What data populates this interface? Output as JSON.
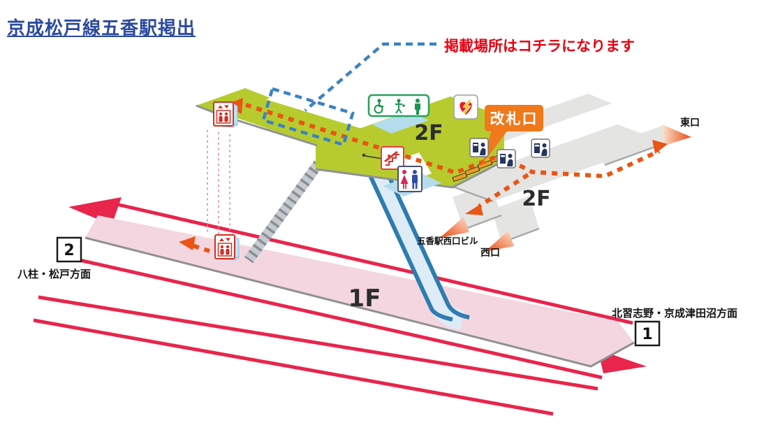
{
  "page": {
    "title": "京成松戸線五香駅掲出"
  },
  "annotation": {
    "text": "掲載場所はコチラになります"
  },
  "labels": {
    "floor2f": "2F",
    "floor1f": "1F",
    "ticket_gate": "改札口",
    "east_exit": "東口",
    "west_exit": "西口",
    "west_building": "五香駅西口ビル",
    "platform1_no": "1",
    "platform2_no": "2",
    "dir_platform2": "八柱・松戸方面",
    "dir_platform1": "北習志野・京成津田沼方面"
  },
  "icons": [
    "elevator-icon",
    "accessible-restroom-sign",
    "aed-icon",
    "escalator-icon",
    "restroom-icon",
    "ticket-machine-icon",
    "ticket-gate-machines"
  ],
  "colors": {
    "title_navy": "#2b4a9c",
    "annotation_red": "#e60012",
    "highlight_blue": "#3b82c4",
    "paid_area_green": "#b7cb2f",
    "free_area_gray": "#e4e4e2",
    "platform_pink": "#f4d6e0",
    "track_red": "#e8254b",
    "route_orange": "#ea5414",
    "gate_box_orange": "#f0791c",
    "escalator_blue": "#2e7cb0",
    "facility_blue_patch": "#b5dced"
  }
}
